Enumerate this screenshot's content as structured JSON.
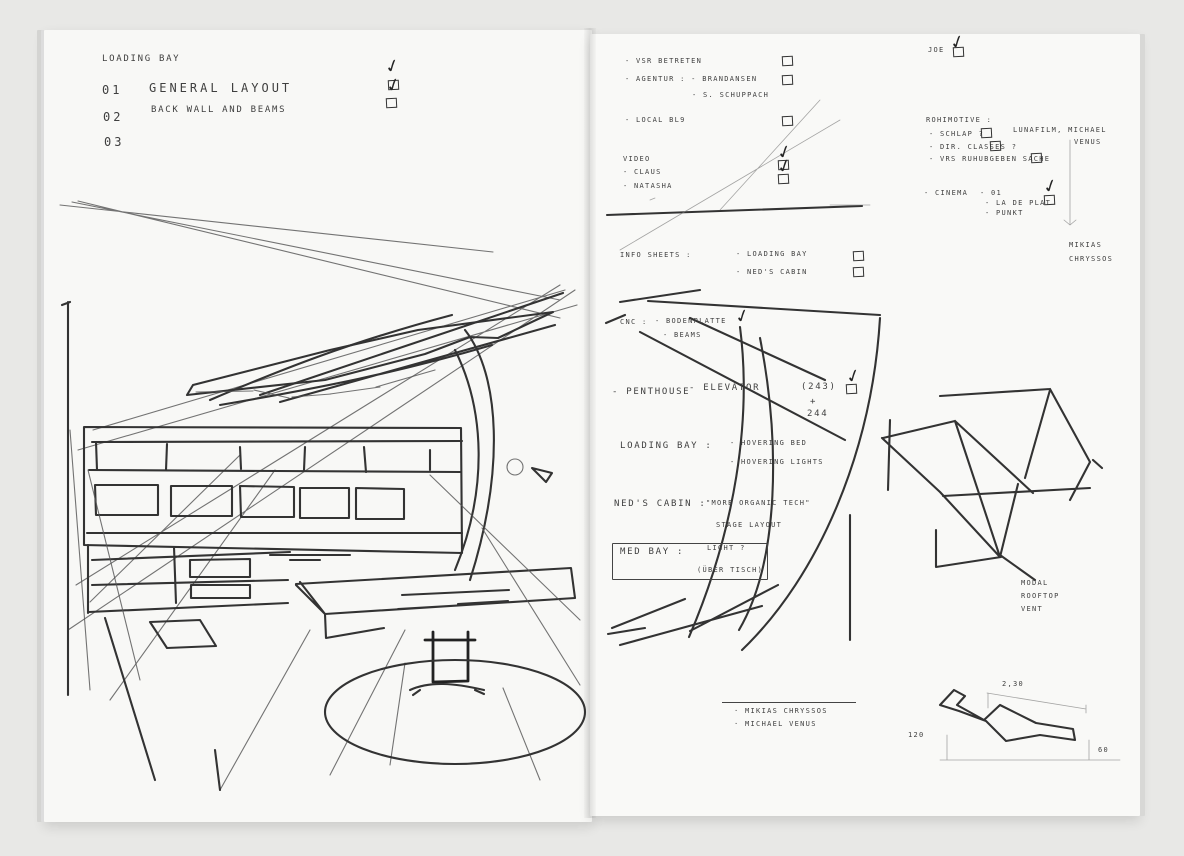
{
  "left_page": {
    "title": "LOADING BAY",
    "items": [
      {
        "number": "01",
        "label": "GENERAL LAYOUT"
      },
      {
        "number": "02",
        "label": "BACK WALL AND BEAMS"
      },
      {
        "number": "03",
        "label": ""
      }
    ]
  },
  "right_page": {
    "top_list": {
      "line1": "- VSR BETRETEN",
      "line2": "- AGENTUR : - BRANDANSEN",
      "line3": "- S. SCHUPPACH",
      "line4": "- LOCAL BL9"
    },
    "video": {
      "title": "VIDEO",
      "item1": "- CLAUS",
      "item2": "- NATASHA"
    },
    "joe": "JOE",
    "rohimotive": {
      "title": "ROHIMOTIVE :",
      "line1": "- SCHLAP ?",
      "line2": "- DIR. CLASSES ?",
      "line3": "- VRS RUHUBGEBEN SACHE",
      "credit1": "LUNAFILM, MICHAEL",
      "credit2": "VENUS"
    },
    "cinema": {
      "title": "- CINEMA",
      "line1": "- 01",
      "line2": "- LA DE PLAT",
      "line3": "- PUNKT"
    },
    "artist": {
      "line1": "MIKIAS",
      "line2": "CHRYSSOS"
    },
    "info_sheets": {
      "label": "INFO SHEETS :",
      "item1": "- LOADING BAY",
      "item2": "- NED'S CABIN"
    },
    "cnc": {
      "label": "CNC :",
      "item1": "- BODENPLATTE",
      "item2": "- BEAMS"
    },
    "penthouse": {
      "label": "- PENTHOUSE",
      "item": "- ELEVATOR",
      "number1": "(243)",
      "plus": "+",
      "number2": "244"
    },
    "loading_bay_note": {
      "label": "LOADING BAY :",
      "item1": "- HOVERING BED",
      "item2": "- HOVERING LIGHTS"
    },
    "neds_cabin": {
      "label": "NED'S CABIN :",
      "item1": "\"MORE ORGANIC TECH\"",
      "item2": "STAGE LAYOUT"
    },
    "med_bay": {
      "label": "MED BAY :",
      "item1": "LIGHT ?",
      "item2": "(ÜBER TISCH)"
    },
    "modal_label": {
      "line1": "MODAL",
      "line2": "ROOFTOP",
      "line3": "VENT"
    },
    "bottom_names": {
      "line1": "· MIKIAS CHRYSSOS",
      "line2": "· MICHAEL VENUS"
    },
    "dimensions": {
      "top": "2,30",
      "left": "120",
      "right": "60"
    }
  },
  "icons": {
    "check_mark": "check-icon",
    "empty_box": "checkbox-icon"
  },
  "colors": {
    "paper": "#f8f8f6",
    "pencil": "#3f3f3f",
    "background": "#e8e8e6"
  }
}
